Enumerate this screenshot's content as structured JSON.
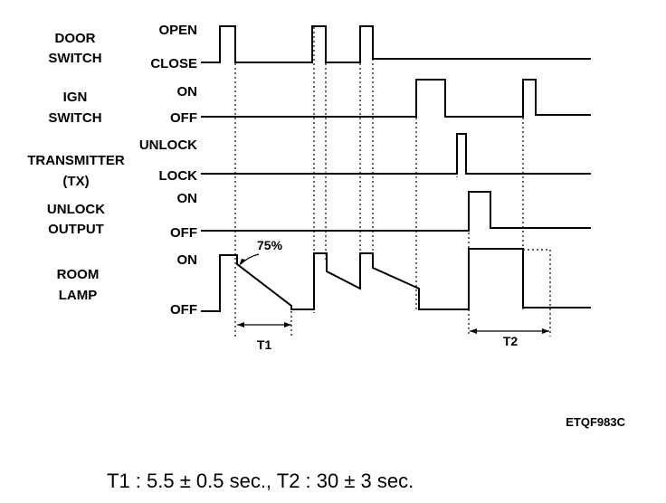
{
  "signals": [
    {
      "name_line1": "DOOR",
      "name_line2": "SWITCH",
      "state_high": "OPEN",
      "state_low": "CLOSE"
    },
    {
      "name_line1": "IGN",
      "name_line2": "SWITCH",
      "state_high": "ON",
      "state_low": "OFF"
    },
    {
      "name_line1": "TRANSMITTER",
      "name_line2": "(TX)",
      "state_high": "UNLOCK",
      "state_low": "LOCK"
    },
    {
      "name_line1": "UNLOCK",
      "name_line2": "OUTPUT",
      "state_high": "ON",
      "state_low": "OFF"
    },
    {
      "name_line1": "ROOM",
      "name_line2": "LAMP",
      "state_high": "ON",
      "state_low": "OFF"
    }
  ],
  "annotations": {
    "percent_label": "75%",
    "t1_label": "T1",
    "t2_label": "T2"
  },
  "reference_code": "ETQF983C",
  "footer_note": "T1 : 5.5 ± 0.5 sec., T2 : 30 ± 3 sec."
}
